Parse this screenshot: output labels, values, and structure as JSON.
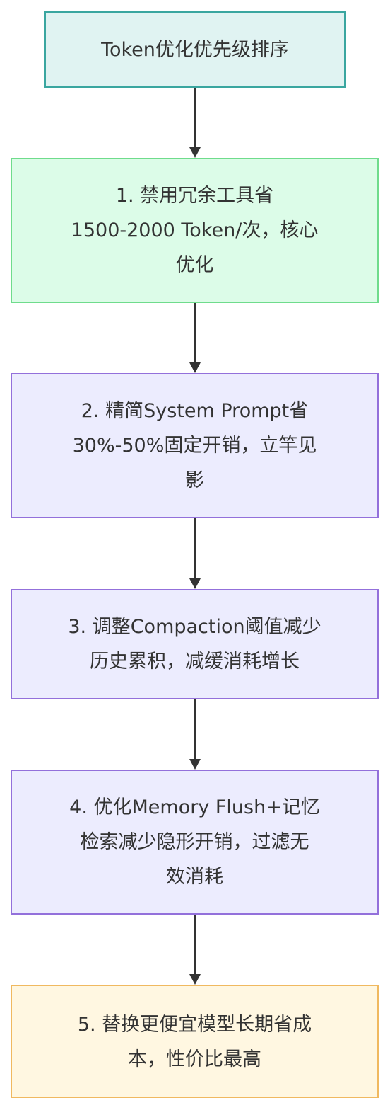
{
  "title_node": {
    "label": "Token优化优先级排序"
  },
  "steps": [
    {
      "lines": [
        "1. 禁用冗余工具省",
        "1500-2000 Token/次，核心",
        "优化"
      ]
    },
    {
      "lines": [
        "2. 精简System Prompt省",
        "30%-50%固定开销，立竿见",
        "影"
      ]
    },
    {
      "lines": [
        "3. 调整Compaction阈值减少",
        "历史累积，减缓消耗增长"
      ]
    },
    {
      "lines": [
        "4. 优化Memory Flush+记忆",
        "检索减少隐形开销，过滤无",
        "效消耗"
      ]
    },
    {
      "lines": [
        "5. 替换更便宜模型长期省成",
        "本，性价比最高"
      ]
    }
  ],
  "colors": {
    "title_fill": "#e0f3f2",
    "title_border": "#3aa6a0",
    "step1_fill": "#dcfce8",
    "step1_border": "#6fdc8c",
    "mid_fill": "#ececfe",
    "mid_border": "#9370db",
    "step5_fill": "#fff7e1",
    "step5_border": "#f0b960",
    "arrow": "#333333"
  }
}
